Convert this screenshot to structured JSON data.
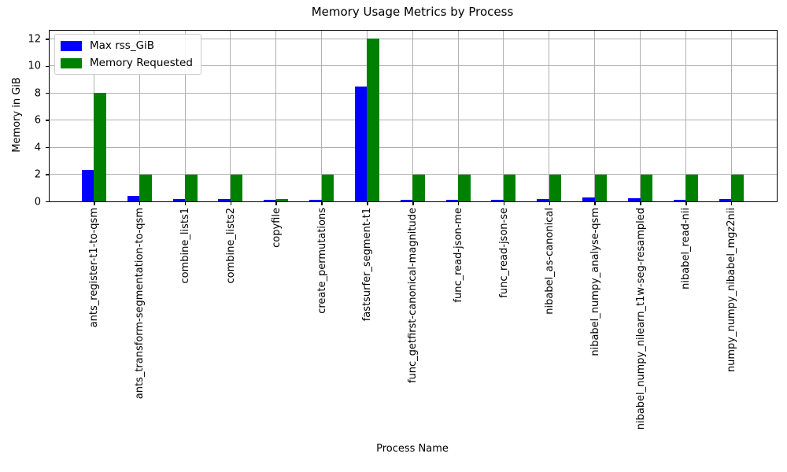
{
  "chart_data": {
    "type": "bar",
    "title": "Memory Usage Metrics by Process",
    "xlabel": "Process Name",
    "ylabel": "Memory in GiB",
    "categories": [
      "ants_register-t1-to-qsm",
      "ants_transform-segmentation-to-qsm",
      "combine_lists1",
      "combine_lists2",
      "copyfile",
      "create_permutations",
      "fastsurfer_segment-t1",
      "func_getfirst-canonical-magnitude",
      "func_read-json-me",
      "func_read-json-se",
      "nibabel_as-canonical",
      "nibabel_numpy_analyse-qsm",
      "nibabel_numpy_nilearn_t1w-seg-resampled",
      "nibabel_read-nii",
      "numpy_numpy_nibabel_mgz2nii"
    ],
    "series": [
      {
        "name": "Max rss_GiB",
        "color": "#0000ff",
        "values": [
          2.35,
          0.42,
          0.15,
          0.15,
          0.13,
          0.14,
          8.5,
          0.13,
          0.12,
          0.13,
          0.18,
          0.32,
          0.25,
          0.12,
          0.2
        ]
      },
      {
        "name": "Memory Requested",
        "color": "#008000",
        "values": [
          8,
          2,
          2,
          2,
          0.2,
          2,
          12,
          2,
          2,
          2,
          2,
          2,
          2,
          2,
          2
        ]
      }
    ],
    "yticks": [
      0,
      2,
      4,
      6,
      8,
      10,
      12
    ],
    "ylim": [
      0,
      12.6
    ],
    "grid": true,
    "grid_color": "#b0b0b0",
    "legend_position": "upper left",
    "background_color": "#ffffff",
    "text_color": "#000000"
  }
}
